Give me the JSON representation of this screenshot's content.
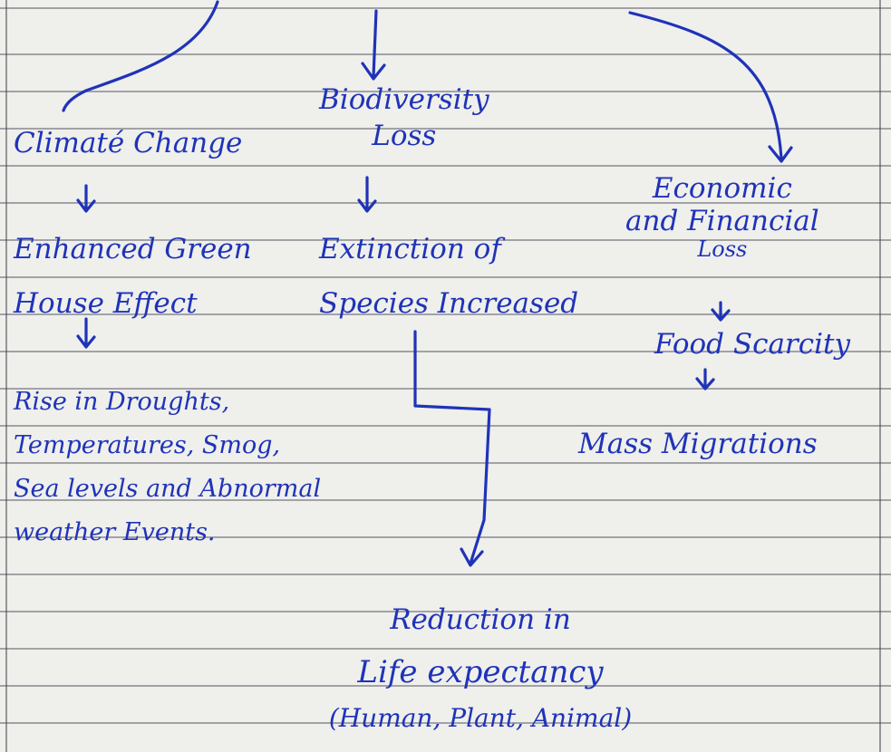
{
  "nodes": {
    "climate_change": "Climaté Change",
    "biodiversity_loss": [
      "Biodiversity",
      "Loss"
    ],
    "economic_loss": [
      "Economic",
      "and Financial",
      "Loss"
    ],
    "greenhouse_effect": [
      "Enhanced Green",
      "House Effect"
    ],
    "species_extinction": [
      "Extinction of",
      "Species Increased"
    ],
    "food_scarcity": "Food Scarcity",
    "mass_migrations": "Mass Migrations",
    "climate_effects": [
      "Rise in Droughts,",
      "Temperatures, Smog,",
      "Sea levels and Abnormal",
      "weather Events."
    ],
    "life_expectancy": [
      "Reduction in",
      "Life expectancy",
      "(Human, Plant, Animal)"
    ]
  },
  "colors": {
    "ink": "#1f33b8",
    "paper": "#efefec",
    "rule": "#464650"
  }
}
